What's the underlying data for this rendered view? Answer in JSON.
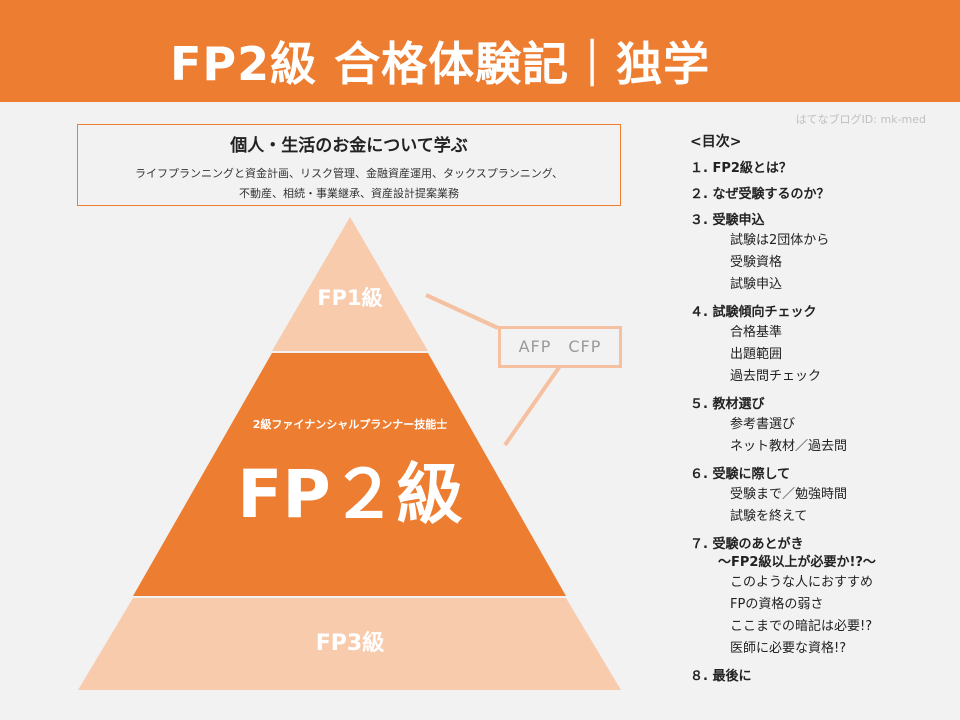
{
  "header": {
    "title": "FP2級 合格体験記｜独学"
  },
  "blog_id": "はてなブログID: mk-med",
  "info_box": {
    "title": "個人・生活のお金について学ぶ",
    "lines": [
      "ライフプランニングと資金計画、リスク管理、金融資産運用、タックスプランニング、",
      "不動産、相続・事業継承、資産設計提案業務"
    ]
  },
  "pyramid": {
    "top_label": "FP1級",
    "middle_caption": "2級ファイナンシャルプランナー技能士",
    "middle_label": "FP２級",
    "bottom_label": "FP3級",
    "side_box": "AFP　CFP",
    "colors": {
      "orange": "#ed7d31",
      "peach": "#f8cbad",
      "connector": "#f5c1a0"
    }
  },
  "toc": {
    "heading": "<目次>",
    "items": [
      {
        "label": "１. FP2級とは？",
        "subs": []
      },
      {
        "label": "２. なぜ受験するのか？",
        "subs": []
      },
      {
        "label": "３. 受験申込",
        "subs": [
          "試験は2団体から",
          "受験資格",
          "試験申込"
        ]
      },
      {
        "label": "４. 試験傾向チェック",
        "subs": [
          "合格基準",
          "出題範囲",
          "過去問チェック"
        ]
      },
      {
        "label": "５. 教材選び",
        "subs": [
          "参考書選び",
          "ネット教材／過去問"
        ]
      },
      {
        "label": "６. 受験に際して",
        "subs": [
          "受験まで／勉強時間",
          "試験を終えて"
        ]
      },
      {
        "label": "７. 受験のあとがき",
        "note": "〜FP2級以上が必要か!?〜",
        "subs": [
          "このような人におすすめ",
          "FPの資格の弱さ",
          "ここまでの暗記は必要!?",
          "医師に必要な資格!?"
        ]
      },
      {
        "label": "８. 最後に",
        "subs": []
      }
    ]
  }
}
